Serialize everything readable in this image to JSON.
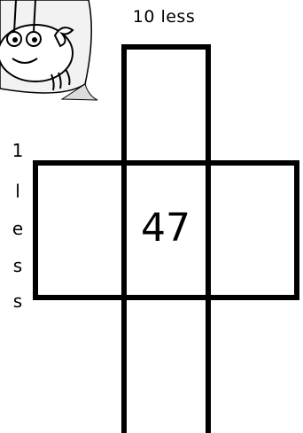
{
  "labels": {
    "top": "10 less",
    "side_letters": [
      "1",
      "l",
      "e",
      "s",
      "s"
    ]
  },
  "grid": {
    "center_value": "47"
  },
  "icons": {
    "mascot": "crab-cartoon-icon"
  }
}
